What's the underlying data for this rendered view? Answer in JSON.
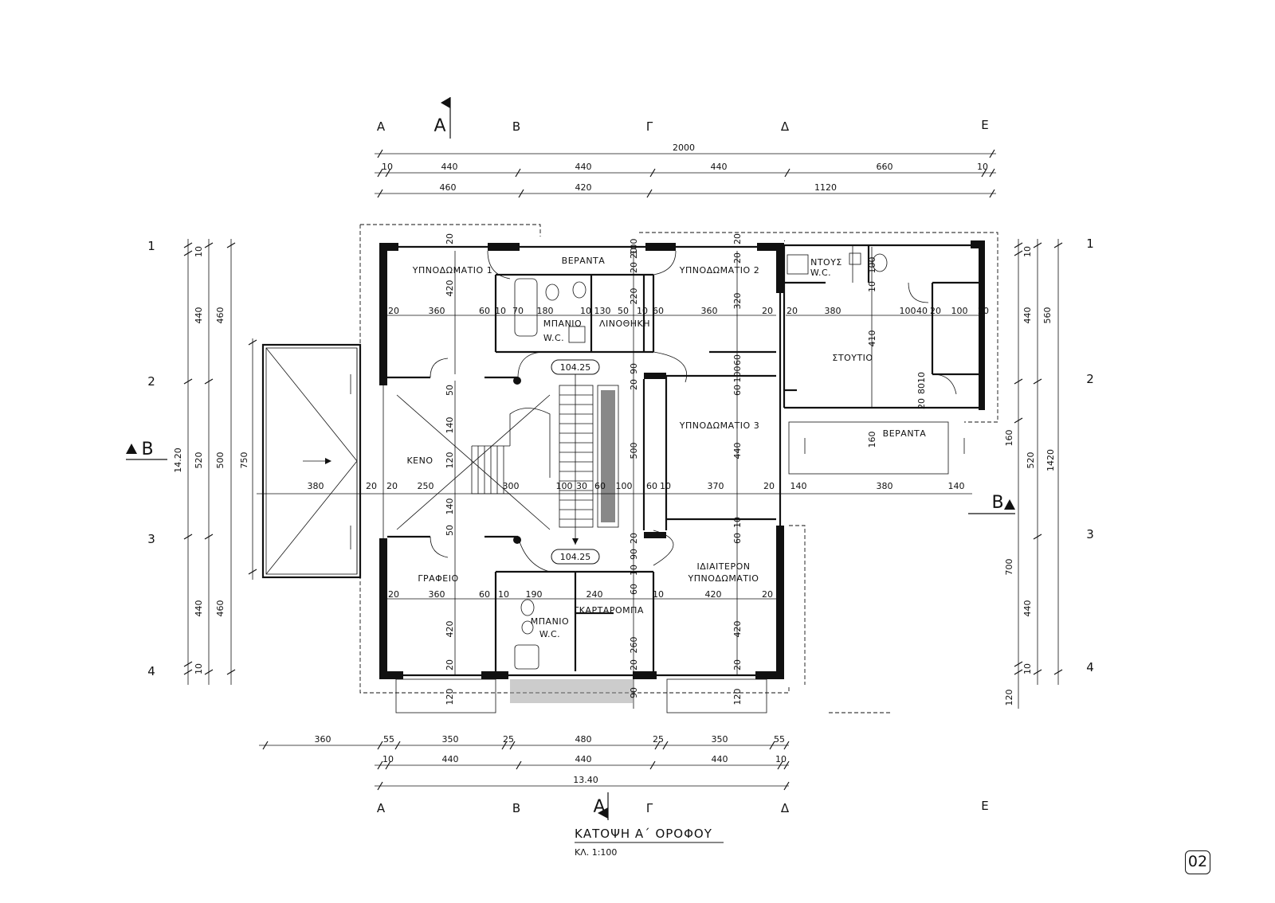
{
  "axes_x": [
    "Α",
    "Β",
    "Γ",
    "Δ",
    "Ε"
  ],
  "axes_y": [
    "1",
    "2",
    "3",
    "4"
  ],
  "section_a": "Α",
  "section_b": "Β",
  "dims_top": {
    "total": "2000",
    "row2": [
      "10",
      "440",
      "440",
      "440",
      "660",
      "10"
    ],
    "row3": [
      "460",
      "420",
      "1120"
    ]
  },
  "dims_bottom": {
    "row1": [
      "360",
      "55",
      "350",
      "25",
      "480",
      "25",
      "350",
      "55"
    ],
    "row2": [
      "10",
      "440",
      "440",
      "440",
      "10"
    ],
    "total": "13.40"
  },
  "dims_left": {
    "col1": [
      "10",
      "440",
      "520",
      "440",
      "10"
    ],
    "col2": [
      "460",
      "500",
      "460"
    ],
    "total": "14.20",
    "terrace": "750"
  },
  "dims_right": {
    "col1": [
      "10",
      "440",
      "160",
      "700",
      "440",
      "10"
    ],
    "col2": [
      "560",
      "520"
    ],
    "total": "1420",
    "bottom": "120"
  },
  "rooms": {
    "bed1": "ΥΠΝΟΔΩΜΑΤΙΟ 1",
    "veranda_top": "ΒΕΡΑΝΤΑ",
    "bed2": "ΥΠΝΟΔΩΜΑΤΙΟ 2",
    "shower": "ΝΤΟΥΣ",
    "wc": "W.C.",
    "bath1": "ΜΠΑΝΙΟ",
    "linen": "ΛΙΝΟΘΗΚΗ",
    "studio": "ΣΤΟΥΤΙΟ",
    "void": "ΚΕΝΟ",
    "bed3": "ΥΠΝΟΔΩΜΑΤΙΟ 3",
    "veranda_right": "ΒΕΡΑΝΤΑ",
    "office": "ΓΡΑΦΕΙΟ",
    "bath2": "ΜΠΑΝΙΟ",
    "wardrobe": "ΓΚΑΡΤΑΡΟΜΠΑ",
    "master_1": "ΙΔΙΑΙΤΕΡΟΝ",
    "master_2": "ΥΠΝΟΔΩΜΑΤΙΟ"
  },
  "levels": [
    "104.25",
    "104.25"
  ],
  "inner_dims": {
    "r1": [
      "20",
      "360",
      "60",
      "10",
      "70",
      "180",
      "10",
      "130",
      "50",
      "10",
      "60",
      "360",
      "20"
    ],
    "r1_studio": [
      "20",
      "380",
      "100",
      "40",
      "20",
      "100",
      "20"
    ],
    "mid": [
      "380",
      "20",
      "20",
      "250",
      "300",
      "100",
      "30",
      "60",
      "100",
      "60",
      "10",
      "370",
      "20",
      "140",
      "380",
      "140"
    ],
    "r3": [
      "20",
      "360",
      "60",
      "10",
      "190",
      "240",
      "10",
      "420",
      "20"
    ],
    "v_top": [
      "20",
      "420",
      "20",
      "20",
      "100",
      "20",
      "220",
      "20",
      "320"
    ],
    "v_mid": [
      "90",
      "20",
      "140",
      "120",
      "140",
      "500",
      "440",
      "410",
      "100",
      "10",
      "60",
      "100",
      "60",
      "80",
      "10",
      "20",
      "160"
    ],
    "v_bot": [
      "50",
      "50",
      "20",
      "90",
      "10",
      "60",
      "10",
      "60",
      "420",
      "260",
      "420",
      "20",
      "20",
      "20",
      "120",
      "120",
      "90"
    ]
  },
  "title": "ΚΑΤΟΨΗ  Α΄ ΟΡΟΦΟΥ",
  "scale": "ΚΛ. 1:100",
  "page_number": "02"
}
